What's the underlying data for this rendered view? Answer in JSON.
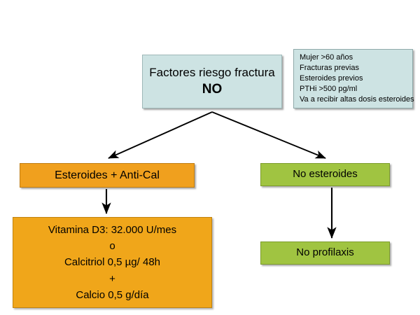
{
  "diagram": {
    "title_box": {
      "line1": "Factores riesgo fractura",
      "line2": "NO",
      "color": "#cde3e3"
    },
    "criteria_box": {
      "color": "#cde3e3",
      "items": [
        "Mujer >60 años",
        "Fracturas previas",
        "Esteroides previos",
        "PTHi >500 pg/ml",
        "Va a recibir altas dosis esteroides"
      ]
    },
    "left_branch": {
      "steroid_box": {
        "label": "Esteroides + Anti-Cal",
        "color": "#f0a01e"
      },
      "treatment_box": {
        "color": "#f0a61a",
        "lines": [
          "Vitamina D3: 32.000 U/mes",
          "o",
          "Calcitriol 0,5 µg/ 48h",
          "+",
          "Calcio 0,5 g/día"
        ]
      }
    },
    "right_branch": {
      "no_steroid_box": {
        "label": "No esteroides",
        "color": "#a0c441"
      },
      "no_prophylaxis_box": {
        "label": "No profilaxis",
        "color": "#a0c441"
      }
    },
    "arrow_color": "#000000"
  }
}
